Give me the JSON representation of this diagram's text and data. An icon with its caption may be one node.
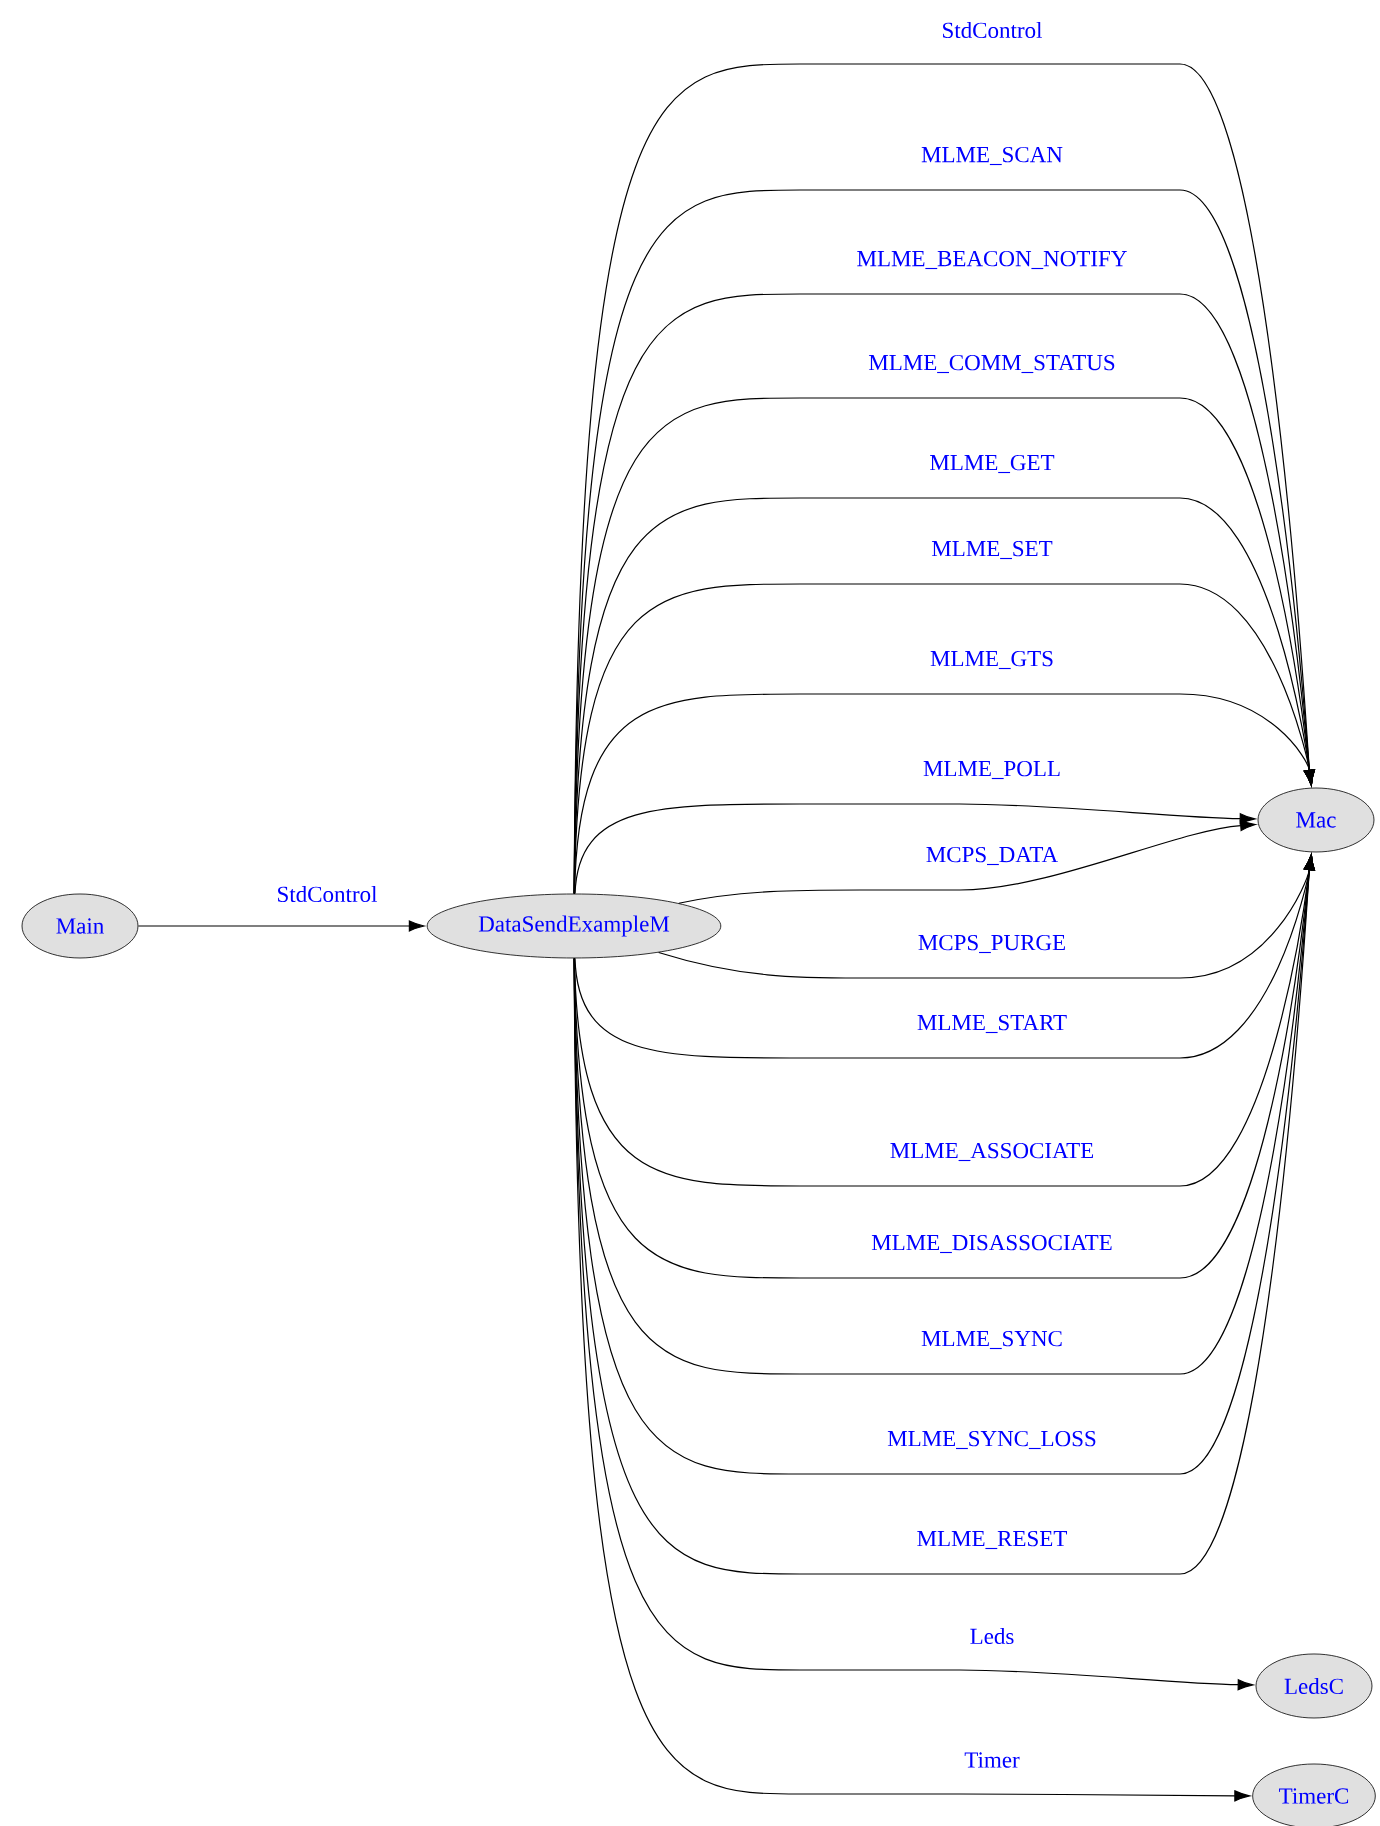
{
  "diagram": {
    "nodes": [
      {
        "text": [
          "Main"
        ]
      },
      {
        "text": [
          "DataSendExampleM"
        ]
      },
      {
        "text": [
          "Mac"
        ]
      },
      {
        "text": [
          "LedsC"
        ]
      },
      {
        "text": [
          "TimerC"
        ]
      }
    ],
    "edges": [
      {
        "from": 0,
        "to": 1,
        "arrow": "to",
        "label": "StdControl"
      },
      {
        "from": 1,
        "to": 2,
        "arrow": "to",
        "label": "StdControl"
      },
      {
        "from": 1,
        "to": 2,
        "arrow": "to",
        "label": "MLME_SCAN"
      },
      {
        "from": 1,
        "to": 2,
        "arrow": "to",
        "label": "MLME_BEACON_NOTIFY"
      },
      {
        "from": 1,
        "to": 2,
        "arrow": "to",
        "label": "MLME_COMM_STATUS"
      },
      {
        "from": 1,
        "to": 2,
        "arrow": "to",
        "label": "MLME_GET"
      },
      {
        "from": 1,
        "to": 2,
        "arrow": "to",
        "label": "MLME_SET"
      },
      {
        "from": 1,
        "to": 2,
        "arrow": "to",
        "label": "MLME_GTS"
      },
      {
        "from": 1,
        "to": 2,
        "arrow": "to",
        "label": "MLME_POLL"
      },
      {
        "from": 1,
        "to": 2,
        "arrow": "to",
        "label": "MCPS_DATA"
      },
      {
        "from": 1,
        "to": 2,
        "arrow": "to",
        "label": "MCPS_PURGE"
      },
      {
        "from": 1,
        "to": 2,
        "arrow": "to",
        "label": "MLME_START"
      },
      {
        "from": 1,
        "to": 2,
        "arrow": "to",
        "label": "MLME_ASSOCIATE"
      },
      {
        "from": 1,
        "to": 2,
        "arrow": "to",
        "label": "MLME_DISASSOCIATE"
      },
      {
        "from": 1,
        "to": 2,
        "arrow": "to",
        "label": "MLME_SYNC"
      },
      {
        "from": 1,
        "to": 2,
        "arrow": "to",
        "label": "MLME_SYNC_LOSS"
      },
      {
        "from": 1,
        "to": 2,
        "arrow": "to",
        "label": "MLME_RESET"
      },
      {
        "from": 1,
        "to": 3,
        "arrow": "to",
        "label": "Leds"
      },
      {
        "from": 1,
        "to": 4,
        "arrow": "to",
        "label": "Timer"
      }
    ]
  }
}
